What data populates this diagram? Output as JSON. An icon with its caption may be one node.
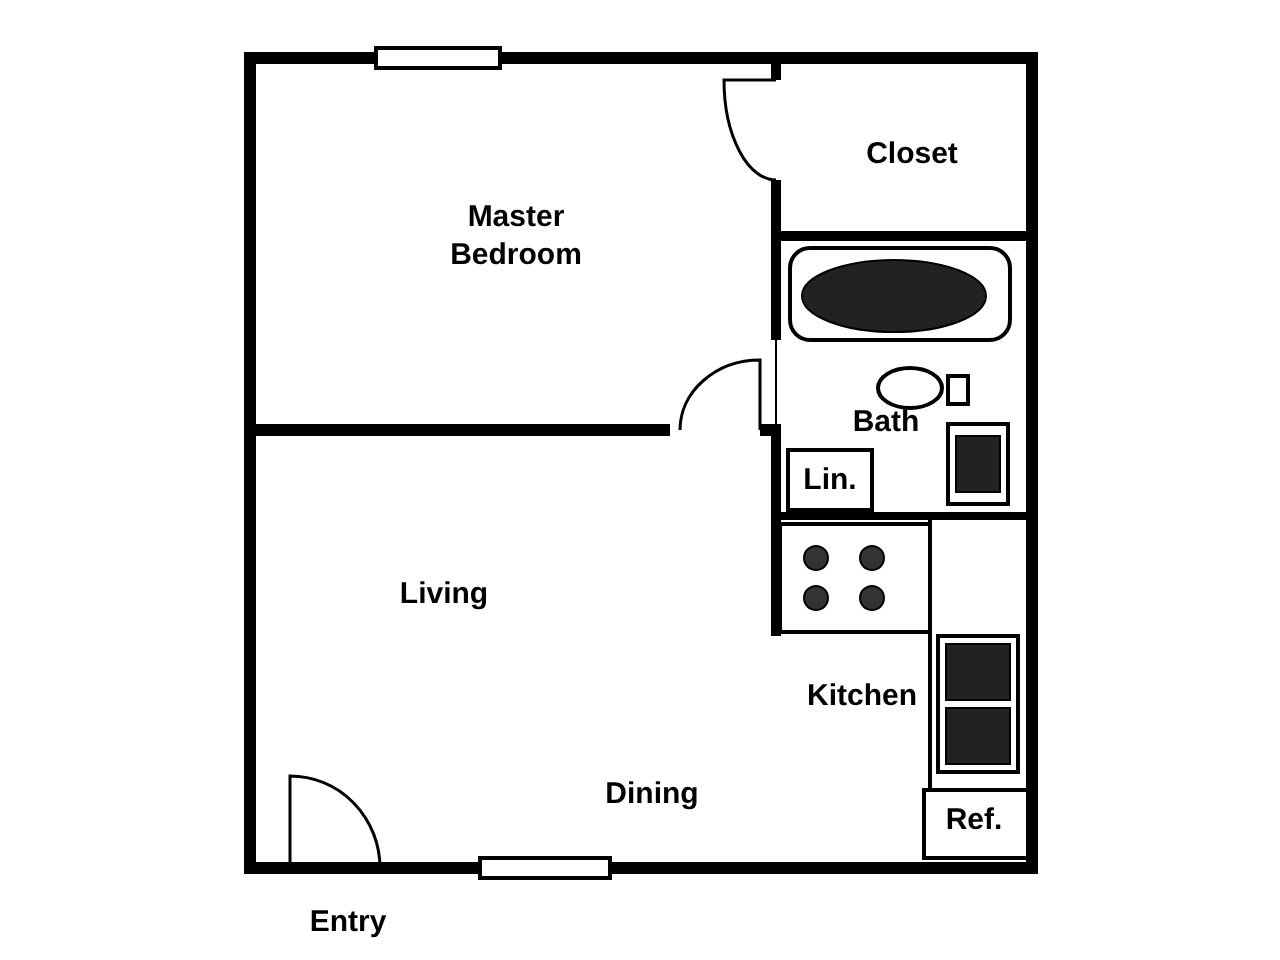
{
  "diagram": {
    "labels": [
      "Master Bedroom",
      "Closet",
      "Bath",
      "Lin.",
      "Living",
      "Kitchen",
      "Dining",
      "Ref.",
      "Entry"
    ]
  }
}
